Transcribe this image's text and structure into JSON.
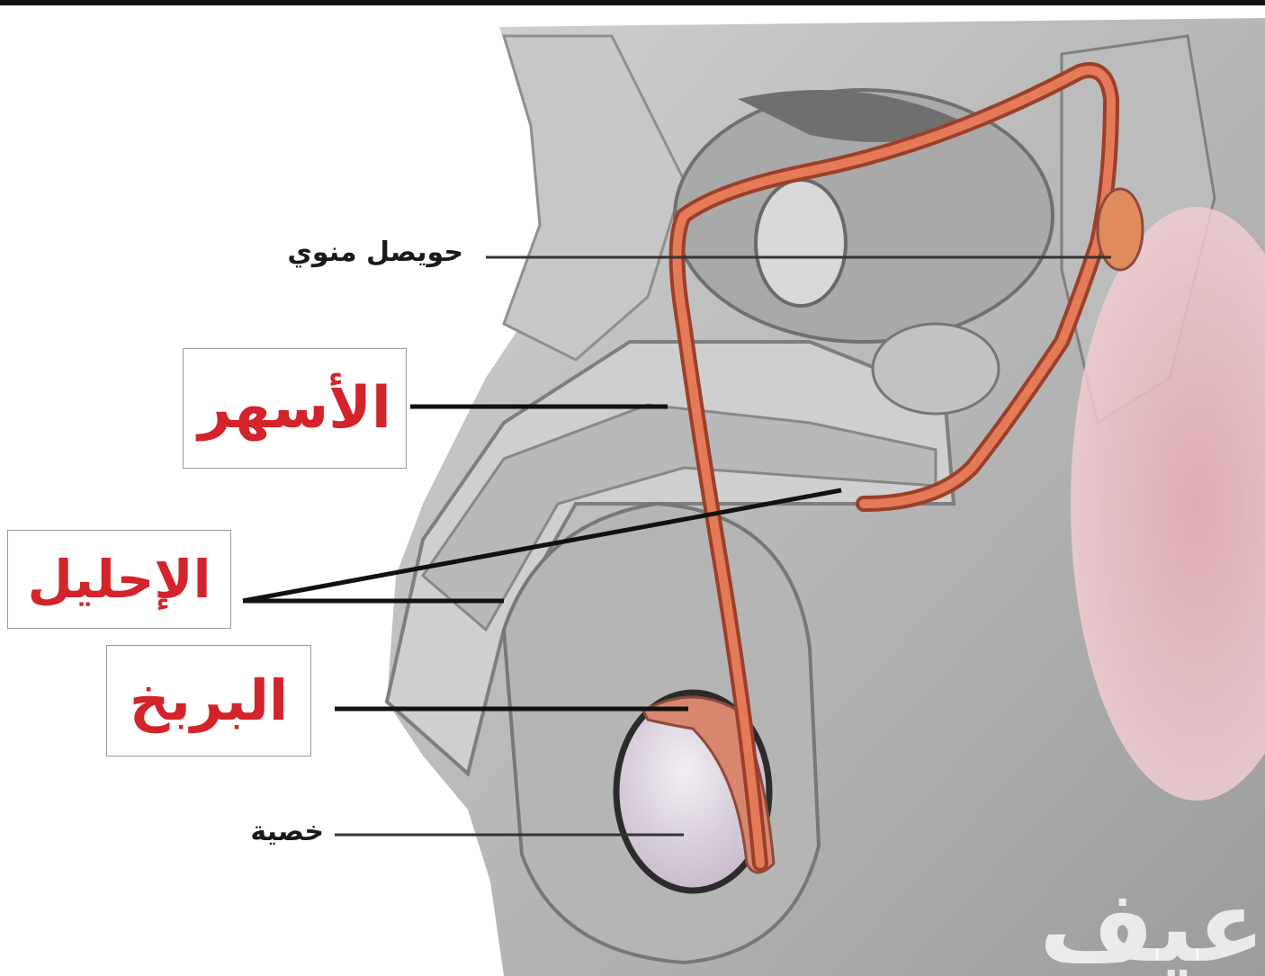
{
  "labels": {
    "seminal_vesicle": "حويصل منوي",
    "vas_deferens": "الأسهر",
    "urethra": "الإحليل",
    "epididymis": "البربخ",
    "testis": "خصية"
  },
  "watermark": "عيف",
  "colors": {
    "label_red": "#d3232b",
    "duct_orange": "#d9633f",
    "tissue_gray": "#bdbdbd",
    "testis_lavender": "#ddd3df",
    "pink_region": "#e9b8bf"
  }
}
